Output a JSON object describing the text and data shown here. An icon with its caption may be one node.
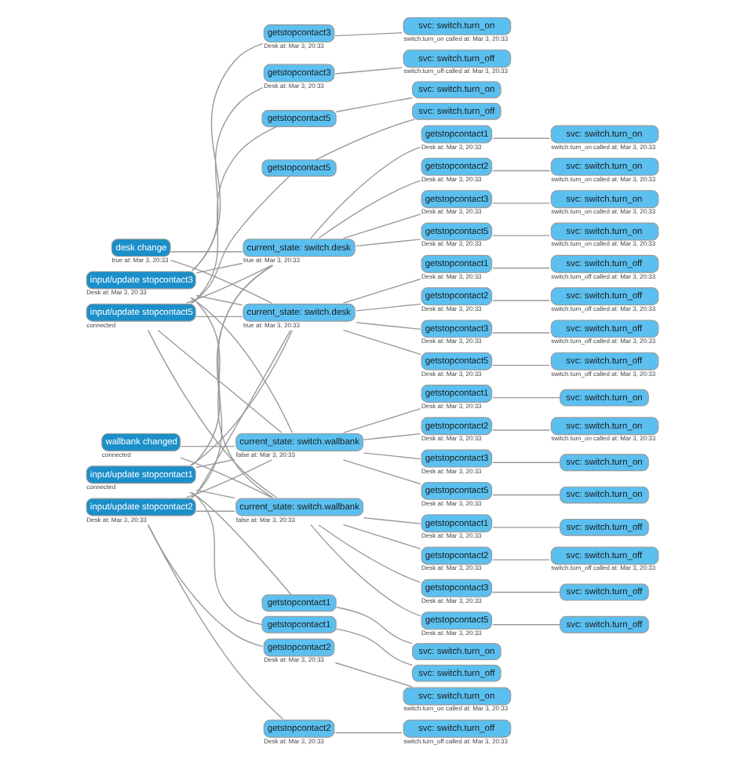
{
  "diagram": {
    "nodes": [
      {
        "text": [
          "desk change"
        ],
        "beside": [
          "true at: Mar 3, 20:33"
        ]
      },
      {
        "text": [
          "input/update stopcontact1"
        ],
        "beside": [
          "connected"
        ]
      },
      {
        "text": [
          "input/update stopcontact2"
        ],
        "beside": [
          "Desk at: Mar 3, 20:33"
        ]
      },
      {
        "text": [
          "input/update stopcontact3"
        ],
        "beside": [
          "Desk at: Mar 3, 20:33"
        ]
      },
      {
        "text": [
          "input/update stopcontact5"
        ],
        "beside": [
          "connected"
        ]
      },
      {
        "text": [
          "current_state: switch.desk"
        ],
        "beside": [
          "true at: Mar 3, 20:33"
        ]
      },
      {
        "text": [
          "current_state: switch.desk"
        ],
        "beside": [
          "true at: Mar 3, 20:33"
        ]
      },
      {
        "text": [
          "wallbank changed"
        ],
        "beside": [
          "connected"
        ]
      },
      {
        "text": [
          "current_state: switch.wallbank"
        ],
        "beside": [
          "false at: Mar 3, 20:33"
        ]
      },
      {
        "text": [
          "current_state: switch.wallbank"
        ],
        "beside": [
          "false at: Mar 3, 20:33"
        ]
      },
      {
        "text": [
          "getstopcontact1"
        ],
        "beside": [
          "Desk at: Mar 3, 20:33"
        ]
      },
      {
        "text": [
          "svc: switch.turn_on"
        ],
        "beside": [
          "switch.turn_on called at: Mar 3, 20:33"
        ]
      },
      {
        "text": [
          "getstopcontact1"
        ],
        "beside": [
          "Desk at: Mar 3, 20:33"
        ]
      },
      {
        "text": [
          "svc: switch.turn_off"
        ],
        "beside": [
          "switch.turn_off called at: Mar 3, 20:33"
        ]
      },
      {
        "text": [
          "getstopcontact2"
        ],
        "beside": [
          "Desk at: Mar 3, 20:33"
        ]
      },
      {
        "text": [
          "svc: switch.turn_on"
        ],
        "beside": [
          "switch.turn_on called at: Mar 3, 20:33"
        ]
      },
      {
        "text": [
          "getstopcontact2"
        ],
        "beside": [
          "Desk at: Mar 3, 20:33"
        ]
      },
      {
        "text": [
          "svc: switch.turn_off"
        ],
        "beside": [
          "switch.turn_off called at: Mar 3, 20:33"
        ]
      },
      {
        "text": [
          "getstopcontact3"
        ],
        "beside": [
          "Desk at: Mar 3, 20:33"
        ]
      },
      {
        "text": [
          "svc: switch.turn_on"
        ],
        "beside": [
          "switch.turn_on called at: Mar 3, 20:33"
        ]
      },
      {
        "text": [
          "getstopcontact3"
        ],
        "beside": [
          "Desk at: Mar 3, 20:33"
        ]
      },
      {
        "text": [
          "svc: switch.turn_off"
        ],
        "beside": [
          "switch.turn_off called at: Mar 3, 20:33"
        ]
      },
      {
        "text": [
          "getstopcontact5"
        ],
        "beside": [
          "Desk at: Mar 3, 20:33"
        ]
      },
      {
        "text": [
          "svc: switch.turn_on"
        ],
        "beside": [
          "switch.turn_on called at: Mar 3, 20:33"
        ]
      },
      {
        "text": [
          "getstopcontact5"
        ],
        "beside": [
          "Desk at: Mar 3, 20:33"
        ]
      },
      {
        "text": [
          "svc: switch.turn_off"
        ],
        "beside": [
          "switch.turn_off called at: Mar 3, 20:33"
        ]
      },
      {
        "text": [
          "getstopcontact1"
        ],
        "beside": [
          "Desk at: Mar 3, 20:33"
        ]
      },
      {
        "text": [
          "svc: switch.turn_on"
        ]
      },
      {
        "text": [
          "getstopcontact1"
        ],
        "beside": [
          "Desk at: Mar 3, 20:33"
        ]
      },
      {
        "text": [
          "svc: switch.turn_off"
        ]
      },
      {
        "text": [
          "getstopcontact2"
        ],
        "beside": [
          "Desk at: Mar 3, 20:33"
        ]
      },
      {
        "text": [
          "svc: switch.turn_on"
        ],
        "beside": [
          "switch.turn_on called at: Mar 3, 20:33"
        ]
      },
      {
        "text": [
          "getstopcontact2"
        ],
        "beside": [
          "Desk at: Mar 3, 20:33"
        ]
      },
      {
        "text": [
          "svc: switch.turn_off"
        ],
        "beside": [
          "switch.turn_off called at: Mar 3, 20:33"
        ]
      },
      {
        "text": [
          "getstopcontact3"
        ],
        "beside": [
          "Desk at: Mar 3, 20:33"
        ]
      },
      {
        "text": [
          "svc: switch.turn_on"
        ]
      },
      {
        "text": [
          "getstopcontact3"
        ],
        "beside": [
          "Desk at: Mar 3, 20:33"
        ]
      },
      {
        "text": [
          "svc: switch.turn_off"
        ]
      },
      {
        "text": [
          "getstopcontact5"
        ],
        "beside": [
          "Desk at: Mar 3, 20:33"
        ]
      },
      {
        "text": [
          "svc: switch.turn_on"
        ]
      },
      {
        "text": [
          "getstopcontact5"
        ],
        "beside": [
          "Desk at: Mar 3, 20:33"
        ]
      },
      {
        "text": [
          "svc: switch.turn_off"
        ]
      },
      {
        "text": [
          "getstopcontact1"
        ]
      },
      {
        "text": [
          "svc: switch.turn_on"
        ]
      },
      {
        "text": [
          "getstopcontact1"
        ]
      },
      {
        "text": [
          "svc: switch.turn_off"
        ]
      },
      {
        "text": [
          "getstopcontact2"
        ],
        "beside": [
          "Desk at: Mar 3, 20:33"
        ]
      },
      {
        "text": [
          "svc: switch.turn_on"
        ],
        "beside": [
          "switch.turn_on called at: Mar 3, 20:33"
        ]
      },
      {
        "text": [
          "getstopcontact2"
        ],
        "beside": [
          "Desk at: Mar 3, 20:33"
        ]
      },
      {
        "text": [
          "svc: switch.turn_off"
        ],
        "beside": [
          "switch.turn_off called at: Mar 3, 20:33"
        ]
      },
      {
        "text": [
          "getstopcontact3"
        ],
        "beside": [
          "Desk at: Mar 3, 20:33"
        ]
      },
      {
        "text": [
          "svc: switch.turn_on"
        ],
        "beside": [
          "switch.turn_on called at: Mar 3, 20:33"
        ]
      },
      {
        "text": [
          "getstopcontact3"
        ],
        "beside": [
          "Desk at: Mar 3, 20:33"
        ]
      },
      {
        "text": [
          "svc: switch.turn_off"
        ],
        "beside": [
          "switch.turn_off called at: Mar 3, 20:33"
        ]
      },
      {
        "text": [
          "getstopcontact5"
        ]
      },
      {
        "text": [
          "svc: switch.turn_on"
        ]
      },
      {
        "text": [
          "getstopcontact5"
        ]
      },
      {
        "text": [
          "svc: switch.turn_off"
        ]
      }
    ],
    "edges": [
      {
        "from": 0,
        "to": 5,
        "arrow": "none"
      },
      {
        "from": 0,
        "to": 6,
        "arrow": "none"
      },
      {
        "from": 1,
        "to": 5,
        "arrow": "none"
      },
      {
        "from": 1,
        "to": 6,
        "arrow": "none"
      },
      {
        "from": 1,
        "to": 8,
        "arrow": "none"
      },
      {
        "from": 1,
        "to": 9,
        "arrow": "none"
      },
      {
        "from": 2,
        "to": 5,
        "arrow": "none"
      },
      {
        "from": 2,
        "to": 6,
        "arrow": "none"
      },
      {
        "from": 2,
        "to": 8,
        "arrow": "none"
      },
      {
        "from": 2,
        "to": 9,
        "arrow": "none"
      },
      {
        "from": 3,
        "to": 5,
        "arrow": "none"
      },
      {
        "from": 3,
        "to": 6,
        "arrow": "none"
      },
      {
        "from": 3,
        "to": 8,
        "arrow": "none"
      },
      {
        "from": 3,
        "to": 9,
        "arrow": "none"
      },
      {
        "from": 4,
        "to": 5,
        "arrow": "none"
      },
      {
        "from": 4,
        "to": 6,
        "arrow": "none"
      },
      {
        "from": 4,
        "to": 8,
        "arrow": "none"
      },
      {
        "from": 4,
        "to": 9,
        "arrow": "none"
      },
      {
        "from": 7,
        "to": 8,
        "arrow": "none"
      },
      {
        "from": 7,
        "to": 9,
        "arrow": "none"
      },
      {
        "from": 5,
        "to": 10,
        "arrow": "none"
      },
      {
        "from": 6,
        "to": 12,
        "arrow": "none"
      },
      {
        "from": 5,
        "to": 14,
        "arrow": "none"
      },
      {
        "from": 6,
        "to": 16,
        "arrow": "none"
      },
      {
        "from": 5,
        "to": 18,
        "arrow": "none"
      },
      {
        "from": 6,
        "to": 20,
        "arrow": "none"
      },
      {
        "from": 5,
        "to": 22,
        "arrow": "none"
      },
      {
        "from": 6,
        "to": 24,
        "arrow": "none"
      },
      {
        "from": 10,
        "to": 11,
        "arrow": "none"
      },
      {
        "from": 12,
        "to": 13,
        "arrow": "none"
      },
      {
        "from": 14,
        "to": 15,
        "arrow": "none"
      },
      {
        "from": 16,
        "to": 17,
        "arrow": "none"
      },
      {
        "from": 18,
        "to": 19,
        "arrow": "none"
      },
      {
        "from": 20,
        "to": 21,
        "arrow": "none"
      },
      {
        "from": 22,
        "to": 23,
        "arrow": "none"
      },
      {
        "from": 24,
        "to": 25,
        "arrow": "none"
      },
      {
        "from": 8,
        "to": 26,
        "arrow": "none"
      },
      {
        "from": 9,
        "to": 28,
        "arrow": "none"
      },
      {
        "from": 8,
        "to": 30,
        "arrow": "none"
      },
      {
        "from": 9,
        "to": 32,
        "arrow": "none"
      },
      {
        "from": 8,
        "to": 34,
        "arrow": "none"
      },
      {
        "from": 9,
        "to": 36,
        "arrow": "none"
      },
      {
        "from": 8,
        "to": 38,
        "arrow": "none"
      },
      {
        "from": 9,
        "to": 40,
        "arrow": "none"
      },
      {
        "from": 26,
        "to": 27,
        "arrow": "none"
      },
      {
        "from": 28,
        "to": 29,
        "arrow": "none"
      },
      {
        "from": 30,
        "to": 31,
        "arrow": "none"
      },
      {
        "from": 32,
        "to": 33,
        "arrow": "none"
      },
      {
        "from": 34,
        "to": 35,
        "arrow": "none"
      },
      {
        "from": 36,
        "to": 37,
        "arrow": "none"
      },
      {
        "from": 38,
        "to": 39,
        "arrow": "none"
      },
      {
        "from": 40,
        "to": 41,
        "arrow": "none"
      },
      {
        "from": 1,
        "to": 42,
        "arrow": "none"
      },
      {
        "from": 1,
        "to": 44,
        "arrow": "none"
      },
      {
        "from": 2,
        "to": 46,
        "arrow": "none"
      },
      {
        "from": 2,
        "to": 48,
        "arrow": "none"
      },
      {
        "from": 3,
        "to": 50,
        "arrow": "none"
      },
      {
        "from": 3,
        "to": 52,
        "arrow": "none"
      },
      {
        "from": 4,
        "to": 54,
        "arrow": "none"
      },
      {
        "from": 4,
        "to": 56,
        "arrow": "none"
      },
      {
        "from": 42,
        "to": 43,
        "arrow": "none"
      },
      {
        "from": 44,
        "to": 45,
        "arrow": "none"
      },
      {
        "from": 46,
        "to": 47,
        "arrow": "none"
      },
      {
        "from": 48,
        "to": 49,
        "arrow": "none"
      },
      {
        "from": 50,
        "to": 51,
        "arrow": "none"
      },
      {
        "from": 52,
        "to": 53,
        "arrow": "none"
      },
      {
        "from": 54,
        "to": 55,
        "arrow": "none"
      },
      {
        "from": 56,
        "to": 57,
        "arrow": "none"
      }
    ]
  }
}
